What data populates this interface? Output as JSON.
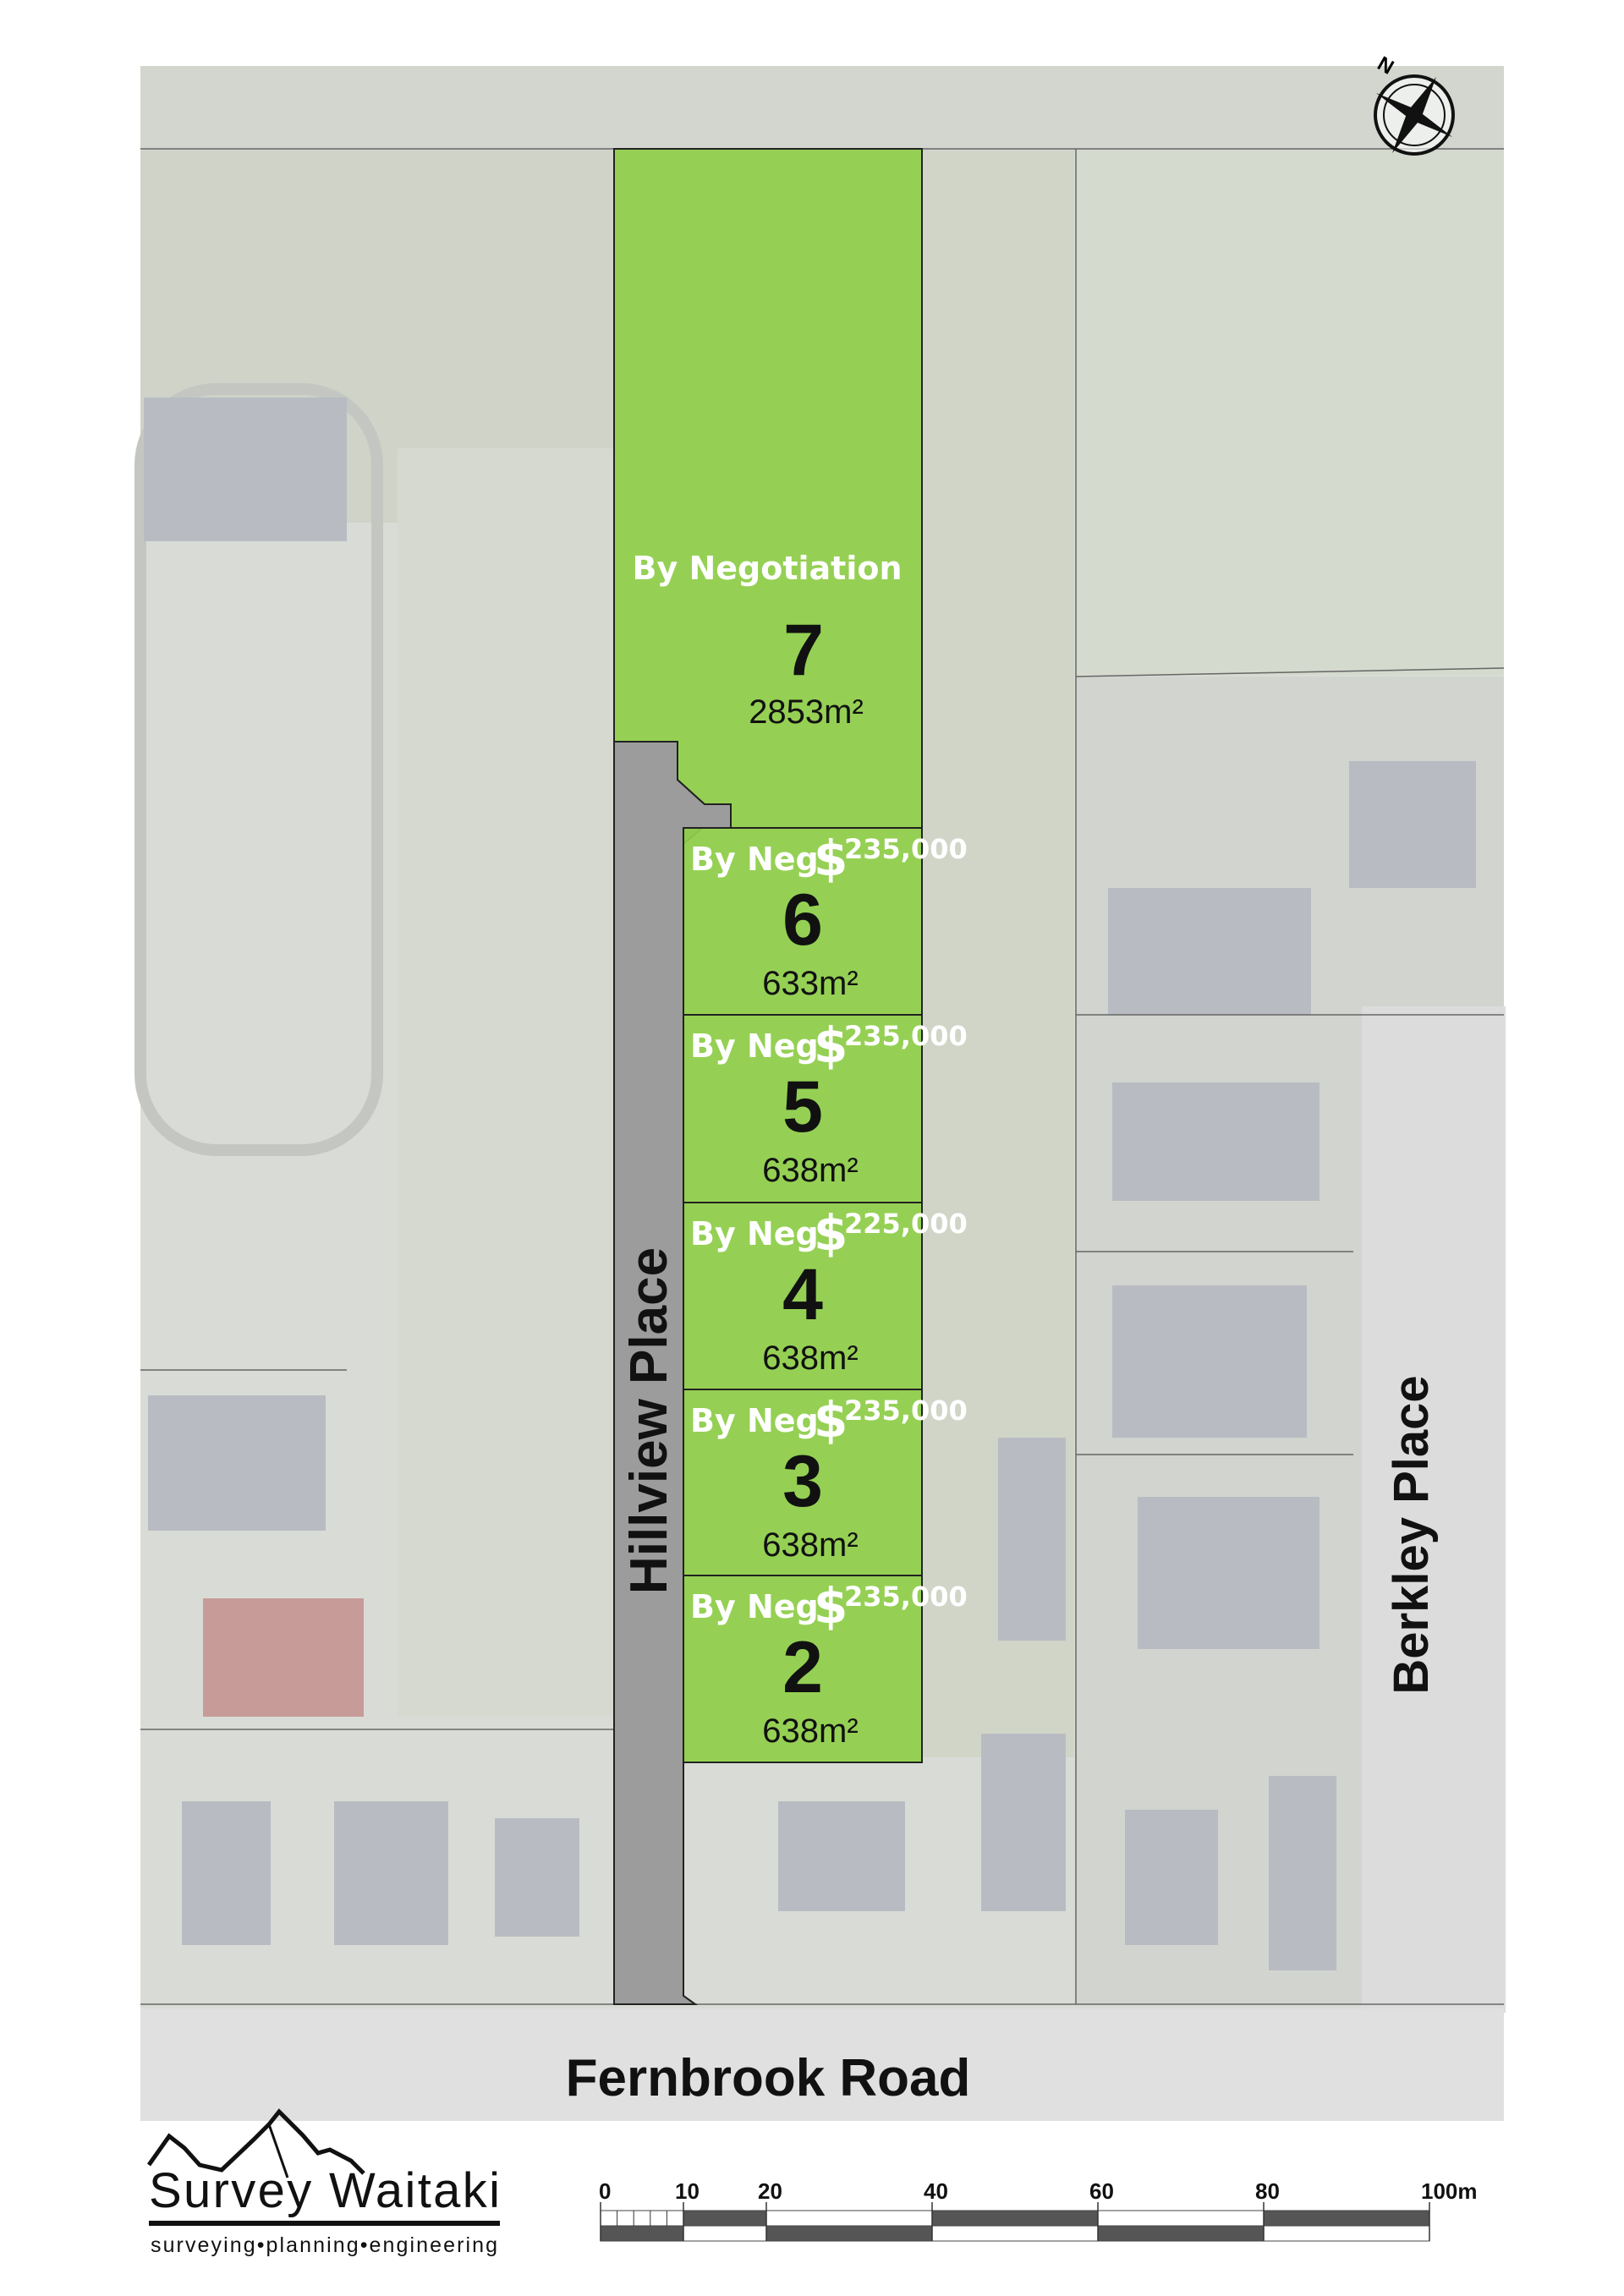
{
  "map": {
    "roads": {
      "bottom": "Fernbrook Road",
      "access": "Hillview Place",
      "right": "Berkley Place"
    },
    "north_arrow_label": "N",
    "lot_fill_color": "#8fcf4a",
    "access_fill_color": "#9c9c9c",
    "lots": [
      {
        "number": "7",
        "price": "By Negotiation",
        "area": "2853m²"
      },
      {
        "number": "6",
        "price_prefix": "By Neg",
        "price": "$",
        "price_value": "235,000",
        "area": "633m²"
      },
      {
        "number": "5",
        "price_prefix": "By Neg",
        "price": "$",
        "price_value": "235,000",
        "area": "638m²"
      },
      {
        "number": "4",
        "price_prefix": "By Neg",
        "price": "$",
        "price_value": "225,000",
        "area": "638m²"
      },
      {
        "number": "3",
        "price_prefix": "By Neg",
        "price": "$",
        "price_value": "235,000",
        "area": "638m²"
      },
      {
        "number": "2",
        "price_prefix": "By Neg",
        "price": "$",
        "price_value": "235,000",
        "area": "638m²"
      }
    ]
  },
  "logo": {
    "name": "Survey Waitaki",
    "tagline": "surveying•planning•engineering"
  },
  "scale_bar": {
    "labels": [
      "0",
      "10",
      "20",
      "40",
      "60",
      "80",
      "100m"
    ]
  }
}
